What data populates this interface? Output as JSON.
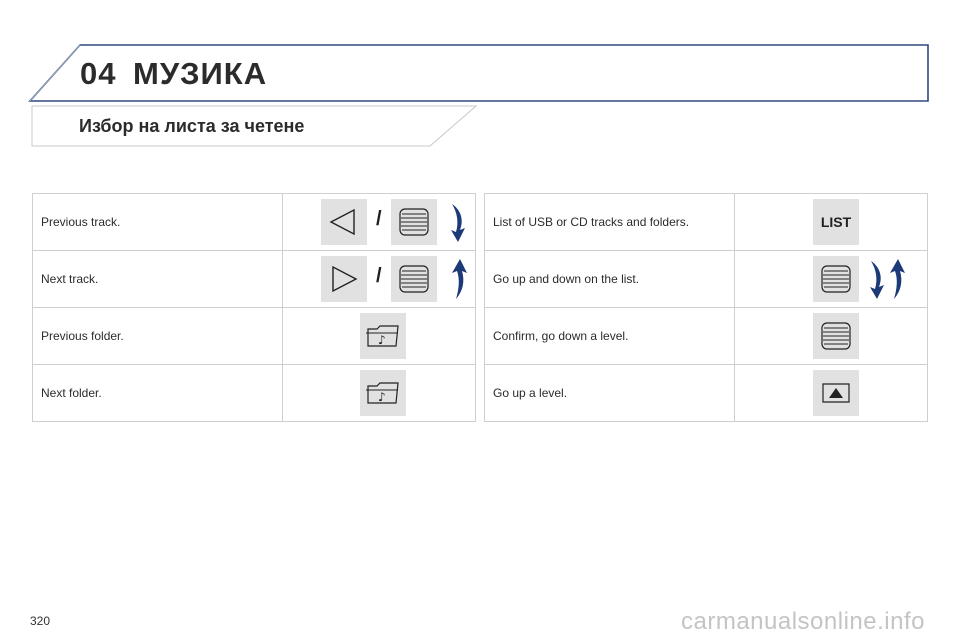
{
  "header": {
    "chapter_number": "04",
    "chapter_title": "МУЗИКА"
  },
  "section": {
    "title": "Избор на листа за четене"
  },
  "left_table": {
    "rows": [
      {
        "label": "Previous track.",
        "separator": "/"
      },
      {
        "label": "Next track.",
        "separator": "/"
      },
      {
        "label": "Previous folder."
      },
      {
        "label": "Next folder."
      }
    ]
  },
  "right_table": {
    "rows": [
      {
        "label": "List of USB or CD tracks and folders.",
        "button_text": "LIST"
      },
      {
        "label": "Go up and down on the list."
      },
      {
        "label": "Confirm, go down a level."
      },
      {
        "label": "Go up a level."
      }
    ]
  },
  "footer": {
    "page_number": "320",
    "watermark": "carmanualsonline.info"
  },
  "colors": {
    "arrow": "#1d3a78",
    "tile": "#e1e1e1",
    "banner_stroke": "#2e4a7a"
  },
  "icons": [
    "previous-triangle-icon",
    "next-triangle-icon",
    "scroll-wheel-icon",
    "rotate-down-arrow-icon",
    "rotate-up-arrow-icon",
    "folder-music-icon",
    "eject-up-icon"
  ]
}
